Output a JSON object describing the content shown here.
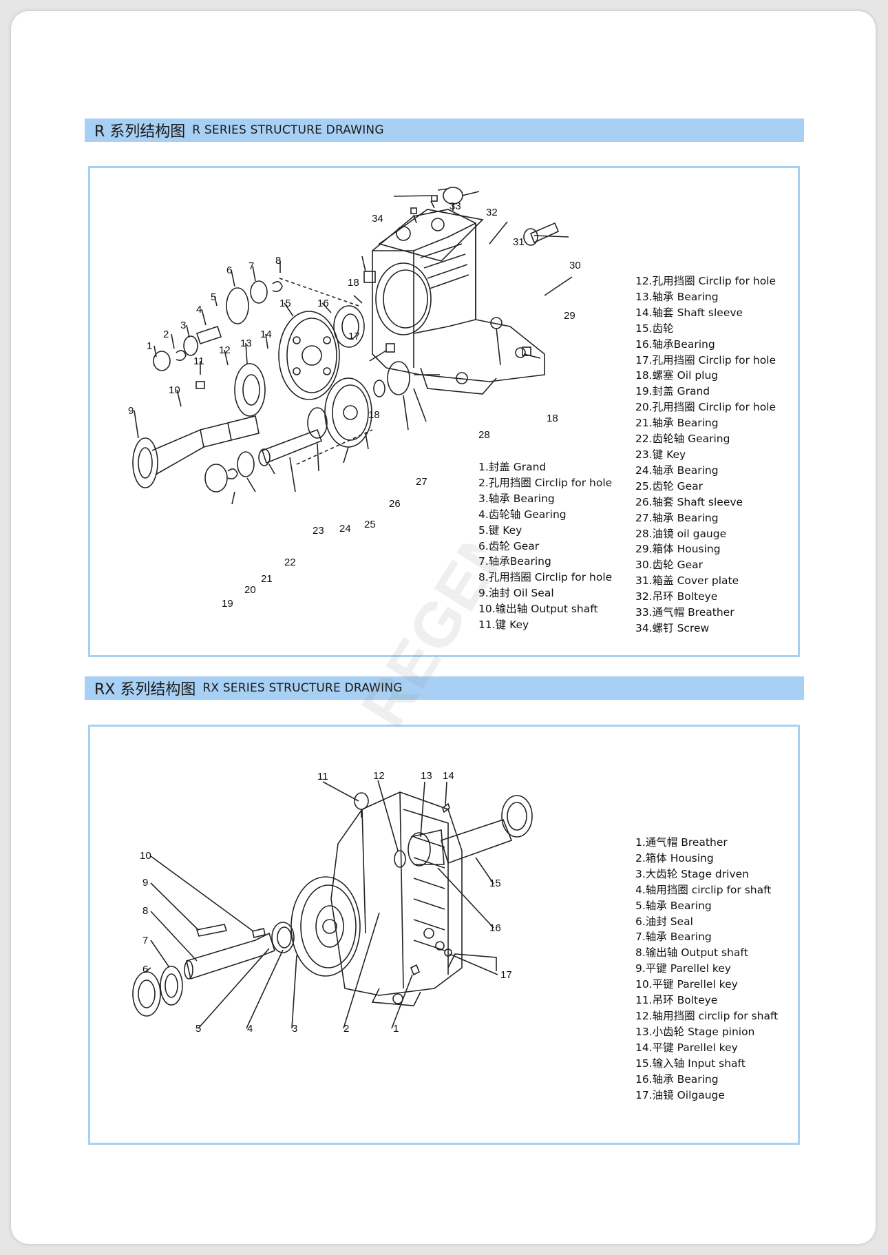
{
  "sections": [
    {
      "title_cn": "R 系列结构图",
      "title_en": "R SERIES STRUCTURE DRAWING",
      "parts_a": [
        "1.封盖 Grand",
        "2.孔用挡圈 Circlip for hole",
        "3.轴承 Bearing",
        "4.齿轮轴 Gearing",
        "5.键 Key",
        "6.齿轮 Gear",
        "7.轴承Bearing",
        "8.孔用挡圈 Circlip for hole",
        "9.油封 Oil Seal",
        "10.输出轴 Output shaft",
        "11.键 Key"
      ],
      "parts_b": [
        "12.孔用挡圈 Circlip for hole",
        "13.轴承 Bearing",
        "14.轴套 Shaft sleeve",
        "15.齿轮",
        "16.轴承Bearing",
        "17.孔用挡圈 Circlip for hole",
        "18.螺塞 Oil plug",
        "19.封盖 Grand",
        "20.孔用挡圈 Circlip for hole",
        "21.轴承 Bearing",
        "22.齿轮轴 Gearing",
        "23.键 Key",
        "24.轴承 Bearing",
        "25.齿轮 Gear",
        "26.轴套 Shaft sleeve",
        "27.轴承 Bearing",
        "28.油镜 oil gauge",
        "29.箱体 Housing",
        "30.齿轮 Gear",
        "31.箱盖 Cover plate",
        "32.吊环 Bolteye",
        "33.通气帽 Breather",
        "34.螺钉 Screw"
      ]
    },
    {
      "title_cn": "RX 系列结构图",
      "title_en": "RX SERIES STRUCTURE DRAWING",
      "parts_a": [
        "1.通气帽 Breather",
        "2.箱体 Housing",
        "3.大齿轮 Stage driven",
        "4.轴用挡圈 circlip for shaft",
        "5.轴承 Bearing",
        "6.油封 Seal",
        "7.轴承 Bearing",
        "8.输出轴 Output shaft",
        "9.平键 Parellel key",
        "10.平键 Parellel key",
        "11.吊环 Bolteye",
        "12.轴用挡圈 circlip for shaft",
        "13.小齿轮 Stage pinion",
        "14.平键 Parellel key",
        "15.输入轴 Input shaft",
        "16.轴承 Bearing",
        "17.油镜 Oilgauge"
      ]
    }
  ],
  "diagram_r": {
    "callouts": [
      "1",
      "2",
      "3",
      "4",
      "5",
      "6",
      "7",
      "8",
      "9",
      "10",
      "11",
      "12",
      "13",
      "14",
      "15",
      "16",
      "17",
      "18",
      "18",
      "18",
      "19",
      "20",
      "21",
      "22",
      "23",
      "24",
      "25",
      "26",
      "27",
      "28",
      "29",
      "30",
      "31",
      "32",
      "33",
      "34"
    ]
  },
  "diagram_rx": {
    "callouts": [
      "1",
      "2",
      "3",
      "4",
      "5",
      "6",
      "7",
      "8",
      "9",
      "10",
      "11",
      "12",
      "13",
      "14",
      "15",
      "16",
      "17"
    ]
  },
  "watermark": "REGENT"
}
